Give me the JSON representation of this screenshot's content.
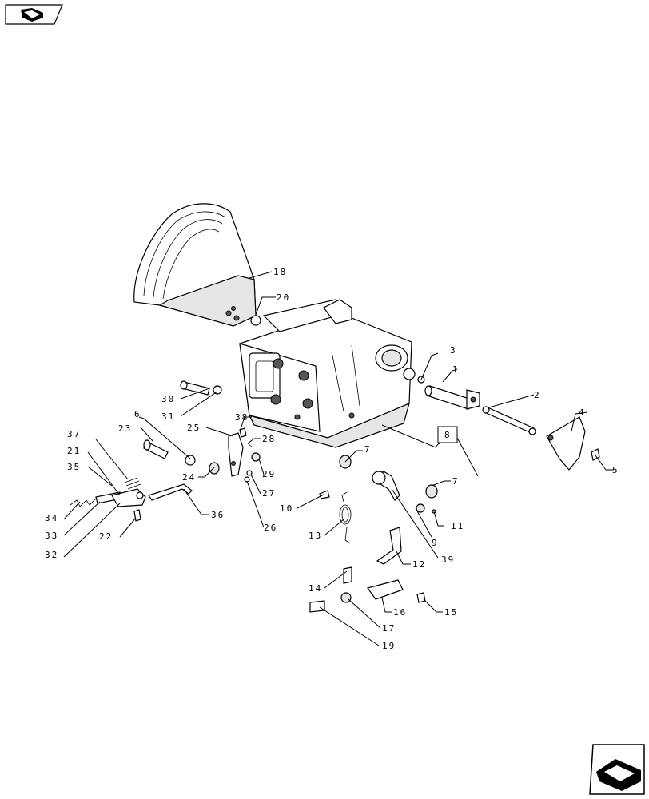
{
  "nav": {
    "back_icon": "back-arrow-icon",
    "next_icon": "next-arrow-icon"
  },
  "callouts": [
    {
      "id": "c1",
      "text": "1"
    },
    {
      "id": "c2",
      "text": "2"
    },
    {
      "id": "c3",
      "text": "3"
    },
    {
      "id": "c4",
      "text": "4"
    },
    {
      "id": "c5",
      "text": "5"
    },
    {
      "id": "c6",
      "text": "6"
    },
    {
      "id": "c7a",
      "text": "7"
    },
    {
      "id": "c7b",
      "text": "7"
    },
    {
      "id": "c8",
      "text": "8"
    },
    {
      "id": "c9",
      "text": "9"
    },
    {
      "id": "c10",
      "text": "10"
    },
    {
      "id": "c11",
      "text": "11"
    },
    {
      "id": "c12",
      "text": "12"
    },
    {
      "id": "c13",
      "text": "13"
    },
    {
      "id": "c14",
      "text": "14"
    },
    {
      "id": "c15",
      "text": "15"
    },
    {
      "id": "c16",
      "text": "16"
    },
    {
      "id": "c17",
      "text": "17"
    },
    {
      "id": "c18",
      "text": "18"
    },
    {
      "id": "c19",
      "text": "19"
    },
    {
      "id": "c20",
      "text": "20"
    },
    {
      "id": "c21",
      "text": "21"
    },
    {
      "id": "c22",
      "text": "22"
    },
    {
      "id": "c23",
      "text": "23"
    },
    {
      "id": "c24",
      "text": "24"
    },
    {
      "id": "c25",
      "text": "25"
    },
    {
      "id": "c26",
      "text": "26"
    },
    {
      "id": "c27",
      "text": "27"
    },
    {
      "id": "c28",
      "text": "28"
    },
    {
      "id": "c29",
      "text": "29"
    },
    {
      "id": "c30",
      "text": "30"
    },
    {
      "id": "c31",
      "text": "31"
    },
    {
      "id": "c32",
      "text": "32"
    },
    {
      "id": "c33",
      "text": "33"
    },
    {
      "id": "c34",
      "text": "34"
    },
    {
      "id": "c35",
      "text": "35"
    },
    {
      "id": "c36",
      "text": "36"
    },
    {
      "id": "c37",
      "text": "37"
    },
    {
      "id": "c38",
      "text": "38"
    },
    {
      "id": "c39",
      "text": "39"
    }
  ]
}
